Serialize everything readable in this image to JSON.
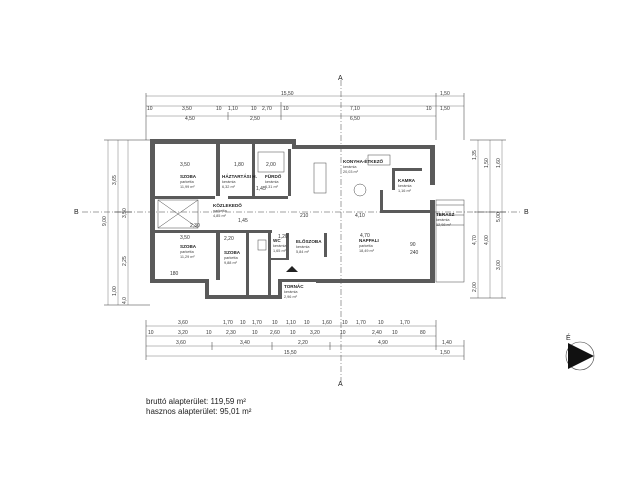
{
  "axes": {
    "a_top": "A",
    "a_bottom": "A",
    "b_left": "B",
    "b_right": "B",
    "north": "É"
  },
  "rooms": [
    {
      "name": "SZOBA",
      "floor": "parketta",
      "area": "11,99 m²"
    },
    {
      "name": "HÁZTARTÁSI H.",
      "floor": "kerámia",
      "area": "6,32 m²"
    },
    {
      "name": "FÜRDŐ",
      "floor": "kerámia",
      "area": "6,31 m²"
    },
    {
      "name": "KONYHA-ÉTKEZŐ",
      "floor": "kerámia",
      "area": "20,03 m²"
    },
    {
      "name": "KAMRA",
      "floor": "kerámia",
      "area": "1,16 m²"
    },
    {
      "name": "KÖZLEKEDŐ",
      "floor": "parketta",
      "area": "4,85 m²"
    },
    {
      "name": "TERASZ",
      "floor": "kerámia",
      "area": "12,98 m²"
    },
    {
      "name": "SZOBA",
      "floor": "parketta",
      "area": "11,29 m²"
    },
    {
      "name": "SZOBA",
      "floor": "parketta",
      "area": "9,88 m²"
    },
    {
      "name": "WC",
      "floor": "kerámia",
      "area": "1,65 m²"
    },
    {
      "name": "ELŐSZOBA",
      "floor": "kerámia",
      "area": "5,84 m²"
    },
    {
      "name": "NAPPALI",
      "floor": "parketta",
      "area": "18,49 m²"
    },
    {
      "name": "TORNÁC",
      "floor": "kerámia",
      "area": "2,96 m²"
    }
  ],
  "dims_top": {
    "overall": [
      "15,50",
      "1,50"
    ],
    "row2": [
      "10",
      "3,50",
      "10",
      "1,10",
      "10",
      "2,70",
      "10",
      "7,10",
      "10",
      "1,50"
    ],
    "row3": [
      "4,50",
      "2,50",
      "6,50"
    ]
  },
  "dims_bottom": {
    "row1": [
      "3,60",
      "1,70",
      "10",
      "1,70",
      "10",
      "1,10",
      "10",
      "1,60",
      "10",
      "1,70",
      "10",
      "1,70"
    ],
    "row2": [
      "10",
      "3,20",
      "10",
      "2,30",
      "10",
      "2,60",
      "10",
      "3,20",
      "10",
      "2,40",
      "10",
      "80"
    ],
    "row3": [
      "3,60",
      "3,40",
      "2,20",
      "4,90",
      "1,40"
    ],
    "overall": [
      "15,50",
      "1,50"
    ]
  },
  "dims_left": [
    "3,65",
    "3,50",
    "2,25",
    "9,00",
    "1,00",
    "4,0"
  ],
  "dims_right": [
    "1,35",
    "1,50",
    "1,60",
    "5,00",
    "4,70",
    "4,00",
    "3,00",
    "2,00"
  ],
  "inner_labels": [
    "3,50",
    "3,50",
    "2,30",
    "1,80",
    "2,00",
    "2,20",
    "1,45",
    "1,45",
    "1,20",
    "4,70",
    "4,10",
    "90",
    "240",
    "210",
    "180"
  ],
  "areas": {
    "gross_label": "bruttó alapterület:",
    "gross_value": "119,59 m²",
    "net_label": "hasznos alapterület:",
    "net_value": "95,01 m²"
  }
}
